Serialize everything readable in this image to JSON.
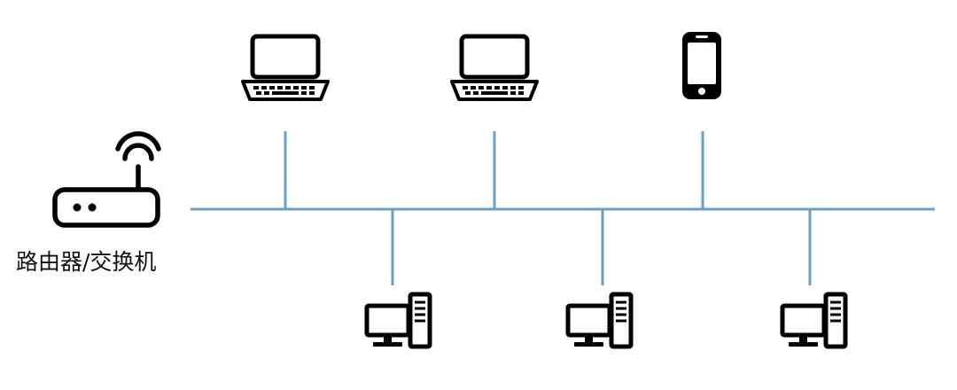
{
  "router": {
    "label": "路由器/交换机",
    "icon": "router-icon"
  },
  "devices_top": [
    {
      "type": "laptop",
      "icon": "laptop-icon"
    },
    {
      "type": "laptop",
      "icon": "laptop-icon"
    },
    {
      "type": "smartphone",
      "icon": "smartphone-icon"
    }
  ],
  "devices_bottom": [
    {
      "type": "desktop",
      "icon": "desktop-computer-icon"
    },
    {
      "type": "desktop",
      "icon": "desktop-computer-icon"
    },
    {
      "type": "desktop",
      "icon": "desktop-computer-icon"
    }
  ],
  "colors": {
    "bus": "#6aa0c8",
    "icon": "#000000"
  }
}
